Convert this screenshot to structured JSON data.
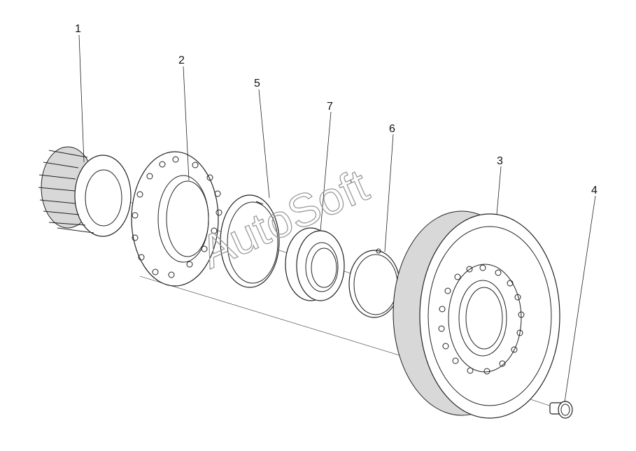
{
  "diagram": {
    "callouts": [
      {
        "id": "1",
        "label": "1"
      },
      {
        "id": "2",
        "label": "2"
      },
      {
        "id": "5",
        "label": "5"
      },
      {
        "id": "7",
        "label": "7"
      },
      {
        "id": "6",
        "label": "6"
      },
      {
        "id": "3",
        "label": "3"
      },
      {
        "id": "4",
        "label": "4"
      }
    ],
    "parts": [
      "gear",
      "flange",
      "snap-ring",
      "bearing",
      "retaining-ring",
      "large-gear",
      "bolt"
    ],
    "watermark": "AutoSoft"
  }
}
